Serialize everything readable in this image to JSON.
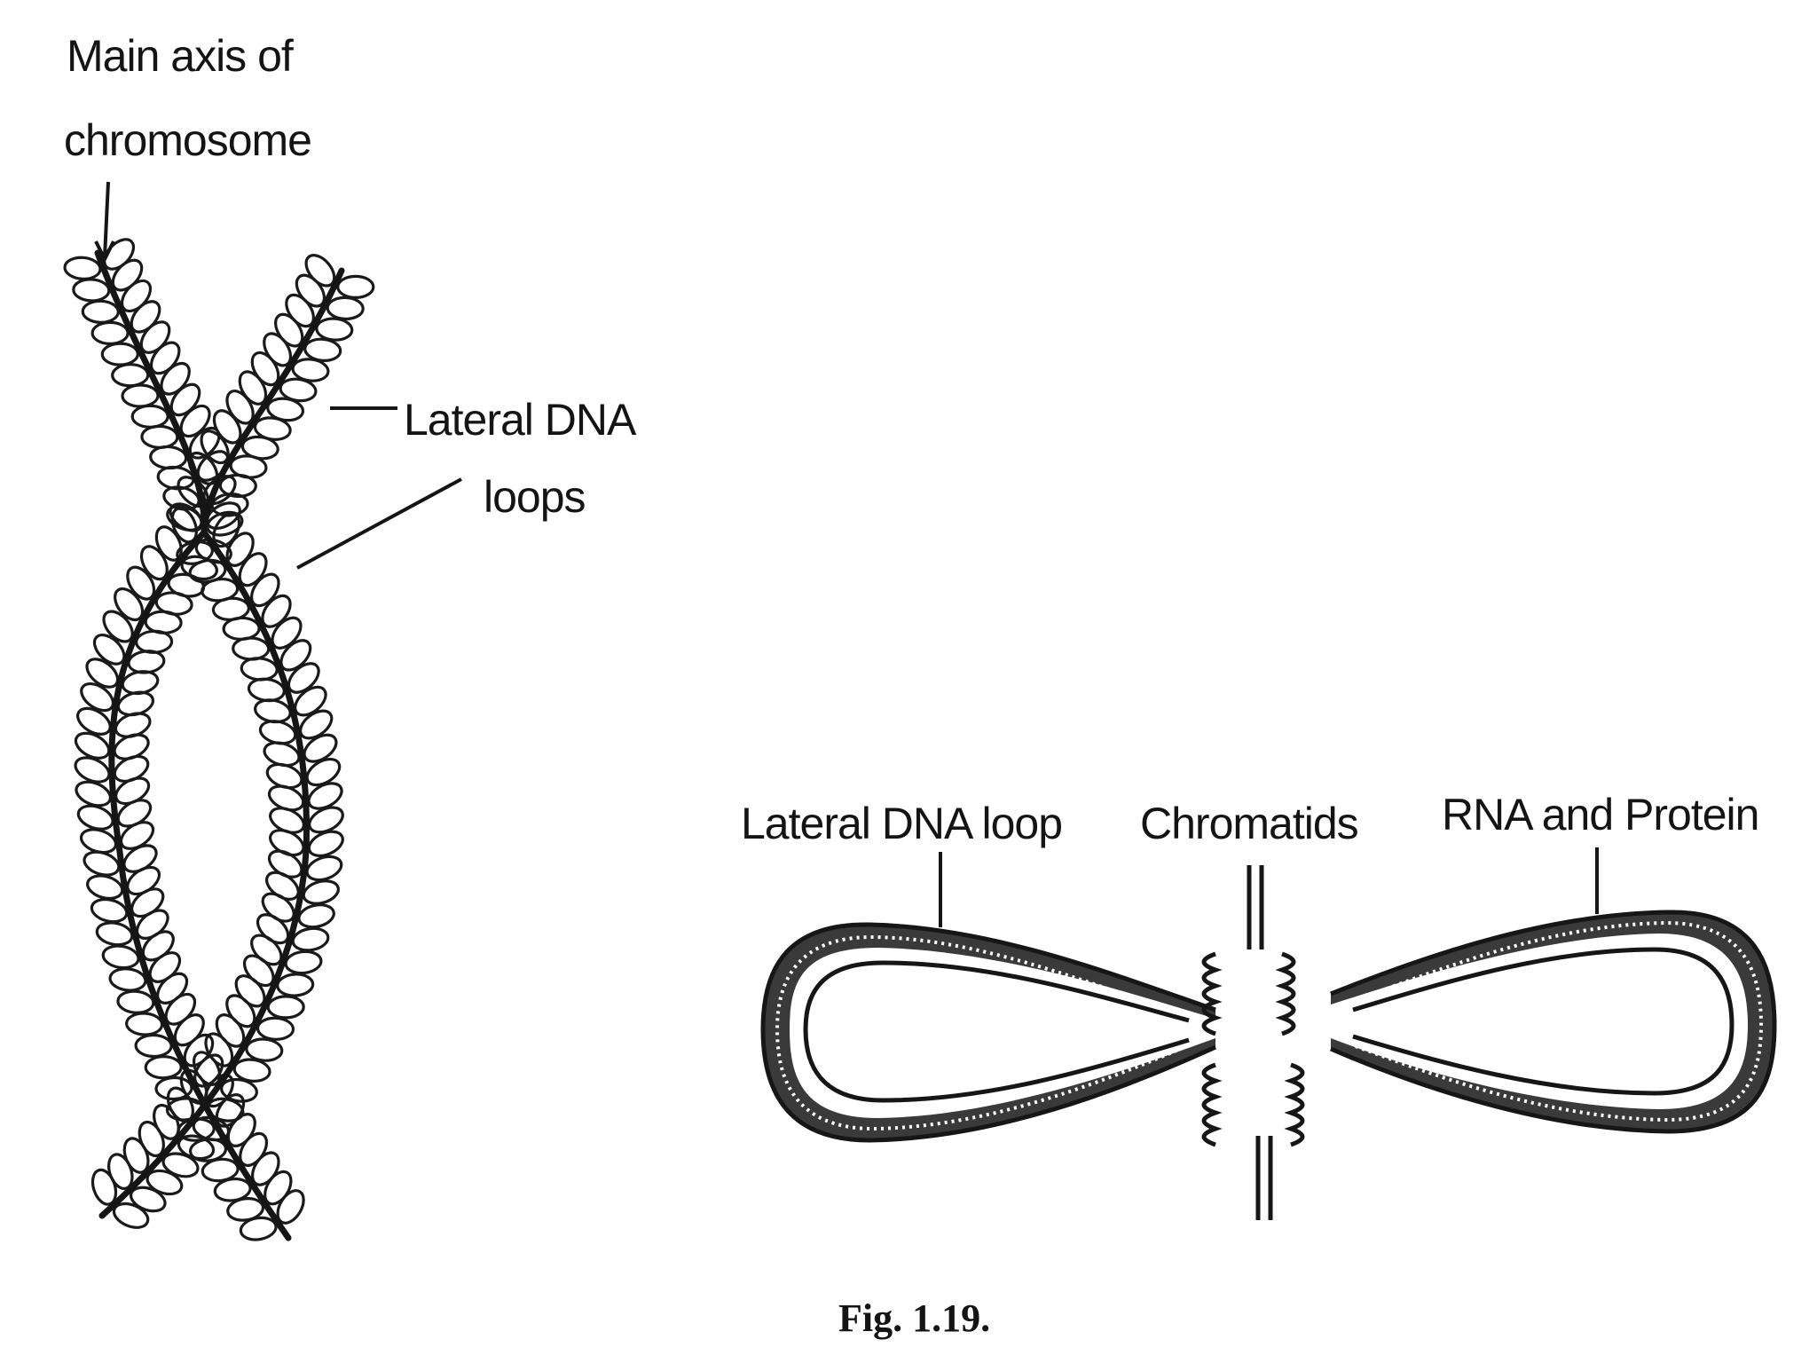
{
  "labels": {
    "main_axis": [
      "Main axis of",
      "chromosome"
    ],
    "lateral_loops": [
      "Lateral  DNA",
      "loops"
    ],
    "lateral_loop": "Lateral  DNA  loop",
    "chromatids": "Chromatids",
    "rna_protein": "RNA and Protein"
  },
  "caption": "Fig. 1.19."
}
